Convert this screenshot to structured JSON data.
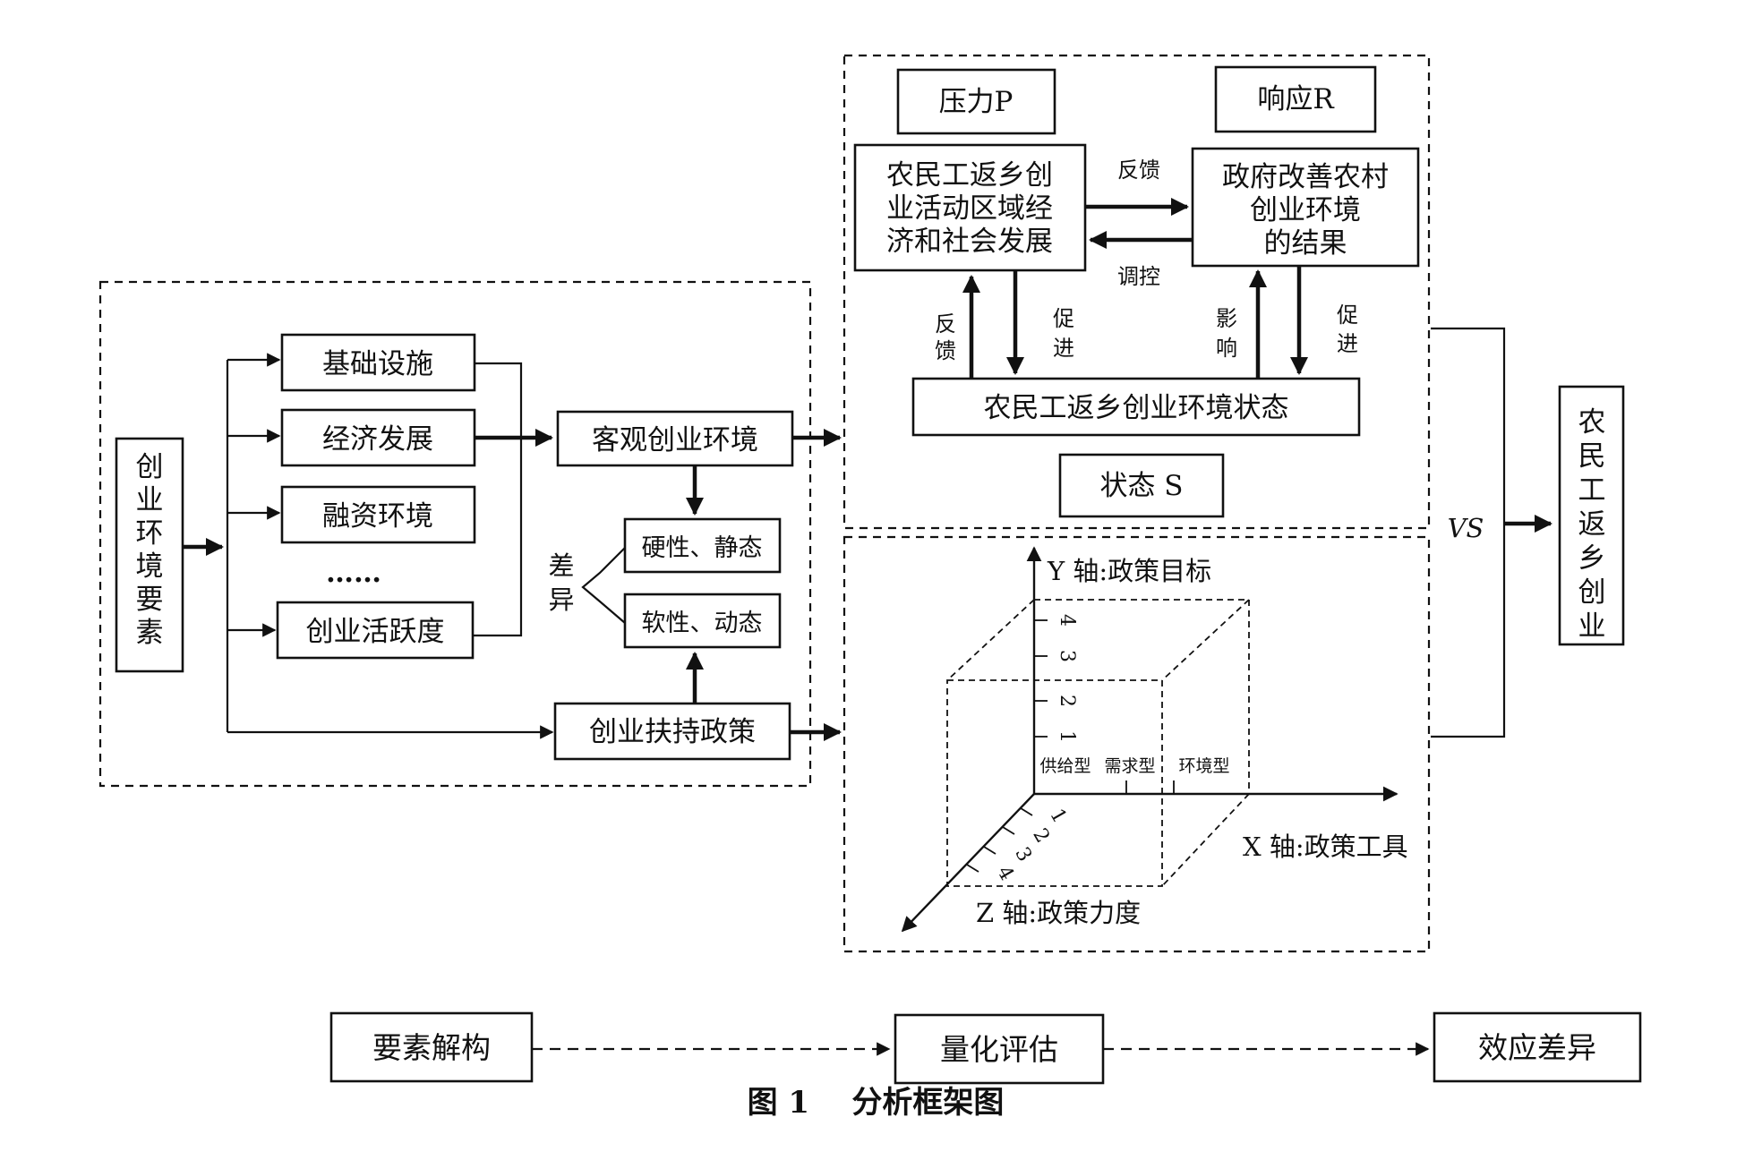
{
  "env_elements": {
    "vertical_label": "创业环境要素",
    "items": [
      "基础设施",
      "经济发展",
      "融资环境",
      "……",
      "创业活跃度"
    ],
    "objective": "客观创业环境",
    "difference": "差异",
    "hard": "硬性、静态",
    "soft": "软性、动态",
    "policy": "创业扶持政策"
  },
  "psr": {
    "pressure": "压力P",
    "response": "响应R",
    "pressure_box": [
      "农民工返乡创",
      "业活动区域经",
      "济和社会发展"
    ],
    "response_box": [
      "政府改善农村",
      "创业环境",
      "的结果"
    ],
    "feedback_top": "反馈",
    "regulate": "调控",
    "feedback_left": [
      "反",
      "馈"
    ],
    "promote_left": [
      "促",
      "进"
    ],
    "influence": [
      "影",
      "响"
    ],
    "promote_right": [
      "促",
      "进"
    ],
    "state_box": "农民工返乡创业环境状态",
    "state": "状态 S"
  },
  "cube": {
    "y_axis": "Y 轴:政策目标",
    "x_axis": "X 轴:政策工具",
    "z_axis": "Z 轴:政策力度",
    "y_ticks": [
      "4",
      "3",
      "2",
      "1"
    ],
    "x_ticks": [
      "供给型",
      "需求型",
      "环境型"
    ],
    "z_ticks": [
      "1",
      "2",
      "3",
      "4"
    ]
  },
  "vs": "VS",
  "outcome": "农民工返乡创业",
  "process": [
    "要素解构",
    "量化评估",
    "效应差异"
  ],
  "caption": "图 1    分析框架图"
}
